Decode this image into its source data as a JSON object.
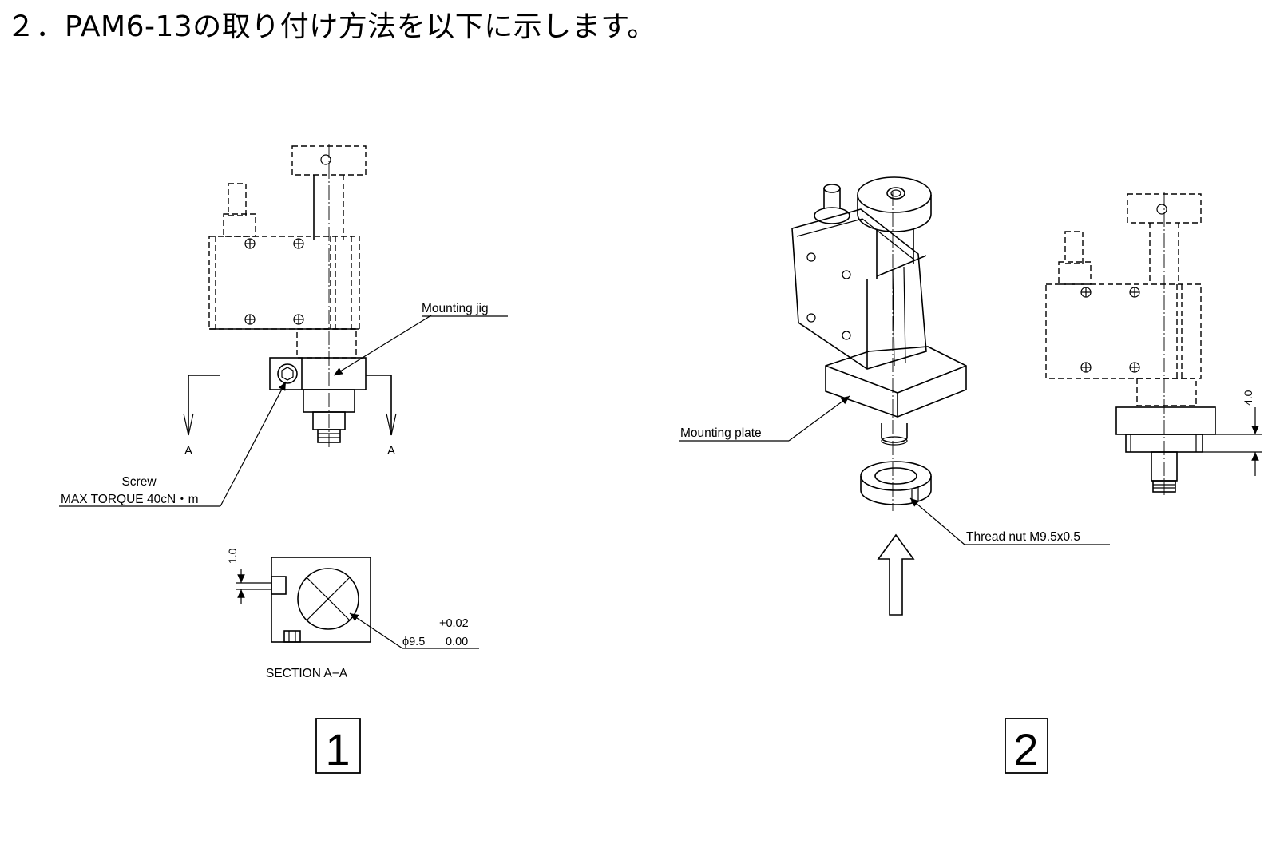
{
  "title": "２．PAM6-13の取り付け方法を以下に示します。",
  "figure1": {
    "mounting_jig_label": "Mounting jig",
    "section_mark_left": "A",
    "section_mark_right": "A",
    "screw_label": "Screw",
    "torque_label": "MAX TORQUE 40cN・m",
    "dim_1": "1.0",
    "dia_upper_tol": "+0.02",
    "dia_label": "ϕ9.5",
    "dia_lower_tol": "0.00",
    "section_label": "SECTION A−A",
    "step_number": "1"
  },
  "figure2": {
    "mounting_plate_label": "Mounting plate",
    "thread_nut_label": "Thread nut M9.5x0.5",
    "dim_4": "4.0",
    "step_number": "2"
  }
}
